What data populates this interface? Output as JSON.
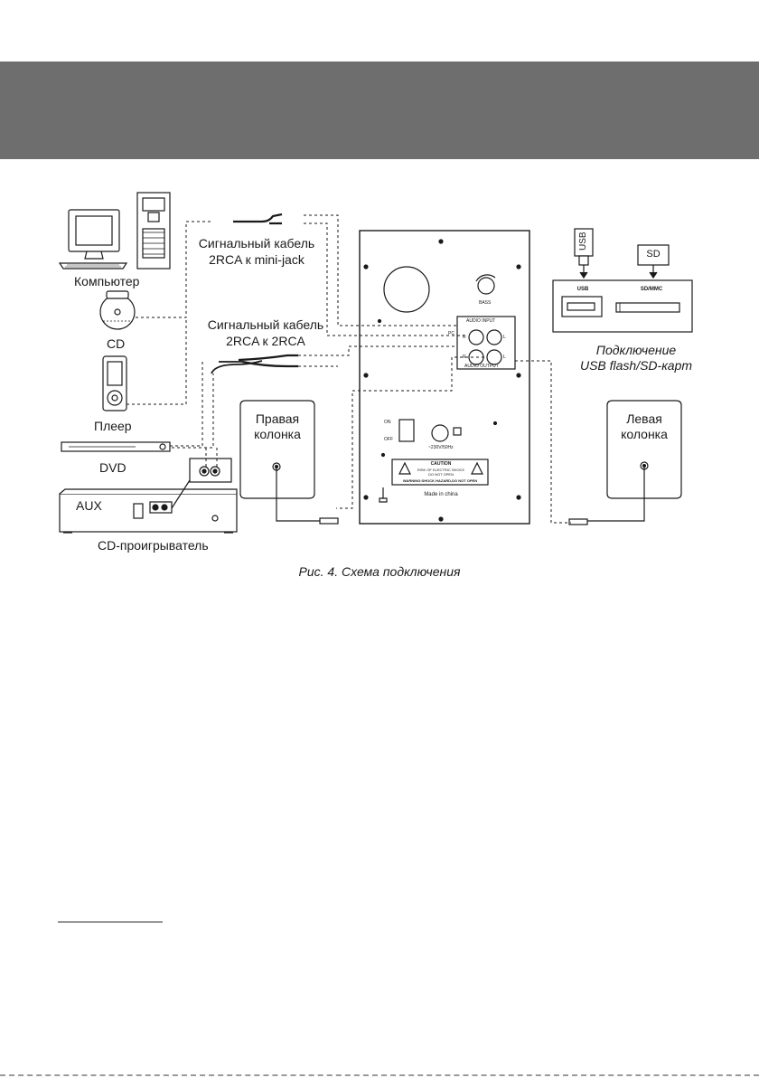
{
  "diagram": {
    "devices": {
      "computer": "Компьютер",
      "cd": "CD",
      "player": "Плеер",
      "dvd": "DVD",
      "cd_player": "CD-проигрыватель",
      "aux": "AUX"
    },
    "cables": {
      "mini_jack_line1": "Сигнальный кабель",
      "mini_jack_line2": "2RCA к mini-jack",
      "rca_line1": "Сигнальный кабель",
      "rca_line2": "2RCA к 2RCA"
    },
    "speakers": {
      "right_line1": "Правая",
      "right_line2": "колонка",
      "left_line1": "Левая",
      "left_line2": "колонка"
    },
    "panel": {
      "bass": "BASS",
      "audio_input": "AUDIO INPUT",
      "audio_output": "AUDIO OUTPUT",
      "r": "R",
      "l": "L",
      "pc": "PC",
      "on": "ON",
      "off": "OFF",
      "voltage": "~230V/50Hz",
      "caution": "CAUTION",
      "risk1": "RISK OF ELECTRIC SHOCK",
      "risk2": "DO NOT OPEN",
      "warning": "WARNING:SHOCK HAZARD,DO NOT OPEN",
      "made_in": "Made in china"
    },
    "usb_sd": {
      "usb_stick": "USB",
      "sd_card": "SD",
      "usb_port": "USB",
      "sd_port": "SD/MMC",
      "caption_line1": "Подключение",
      "caption_line2": "USB flash/SD-карт"
    }
  },
  "caption": "Рис. 4. Схема подключения"
}
